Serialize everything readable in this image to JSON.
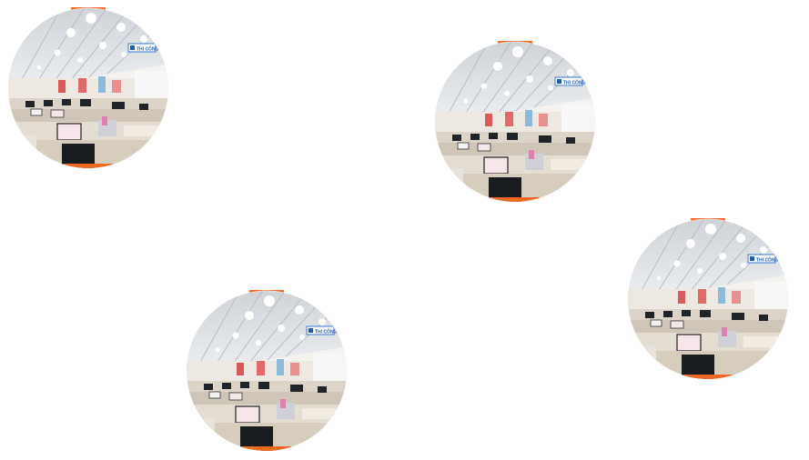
{
  "photos": [
    {
      "accent": "#f26a21",
      "sign": "THI CÔNG"
    },
    {
      "accent": "#f26a21",
      "sign": "THI CÔNG"
    },
    {
      "accent": "#f26a21",
      "sign": "THI CÔNG"
    },
    {
      "accent": "#f26a21",
      "sign": "THI CÔNG"
    }
  ],
  "colors": {
    "background": "#ffffff",
    "ceiling": "#e9ebee",
    "wall": "#f3f1ee",
    "desk": "#d8d0c4",
    "accent": "#f26a21"
  }
}
